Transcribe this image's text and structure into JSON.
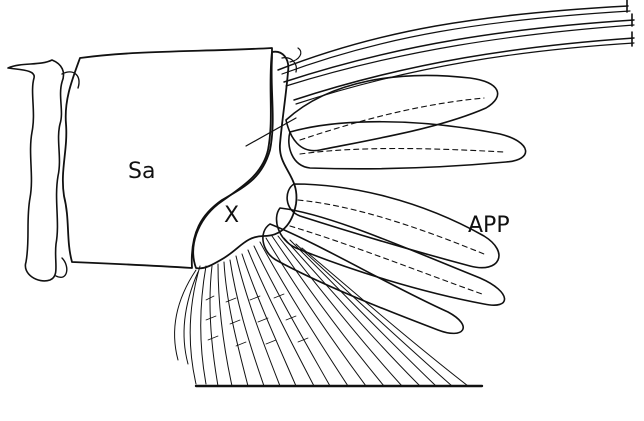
{
  "figure": {
    "labels": {
      "sa": "Sa",
      "x": "X",
      "app": "APP"
    }
  }
}
